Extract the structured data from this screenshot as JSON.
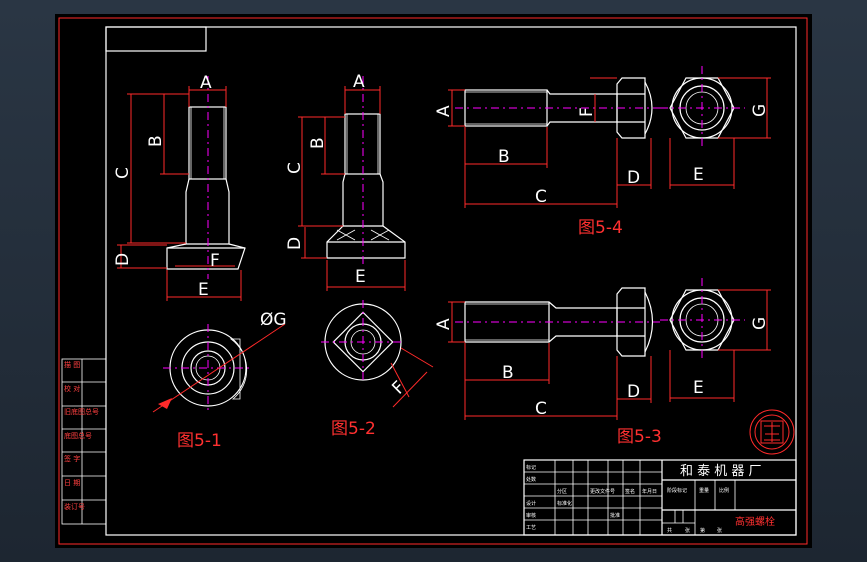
{
  "figures": {
    "fig1": {
      "caption": "图5-1",
      "labels": {
        "A": "A",
        "B": "B",
        "C": "C",
        "D": "D",
        "E": "E",
        "F": "F",
        "G": "ØG"
      }
    },
    "fig2": {
      "caption": "图5-2",
      "labels": {
        "A": "A",
        "B": "B",
        "C": "C",
        "D": "D",
        "E": "E",
        "F": "F"
      }
    },
    "fig3": {
      "caption": "图5-3",
      "labels": {
        "A": "A",
        "B": "B",
        "C": "C",
        "D": "D",
        "E": "E",
        "G": "G"
      }
    },
    "fig4": {
      "caption": "图5-4",
      "labels": {
        "A": "A",
        "B": "B",
        "C": "C",
        "D": "D",
        "E": "E",
        "F": "F",
        "G": "G"
      }
    }
  },
  "side_table": {
    "rows": [
      "描 图",
      "校 对",
      "旧底图总号",
      "底图总号",
      "签 字",
      "日 期",
      "装订号"
    ]
  },
  "title_block": {
    "company": "和 泰 机 器 厂",
    "part_name": "高强螺栓",
    "small_labels": [
      "标记",
      "处数",
      "分区",
      "更改文件号",
      "签名",
      "年月日",
      "设计",
      "标准化",
      "审核",
      "工艺",
      "批准",
      "阶段标记",
      "重量",
      "比例",
      "共",
      "张",
      "第",
      "张"
    ]
  }
}
